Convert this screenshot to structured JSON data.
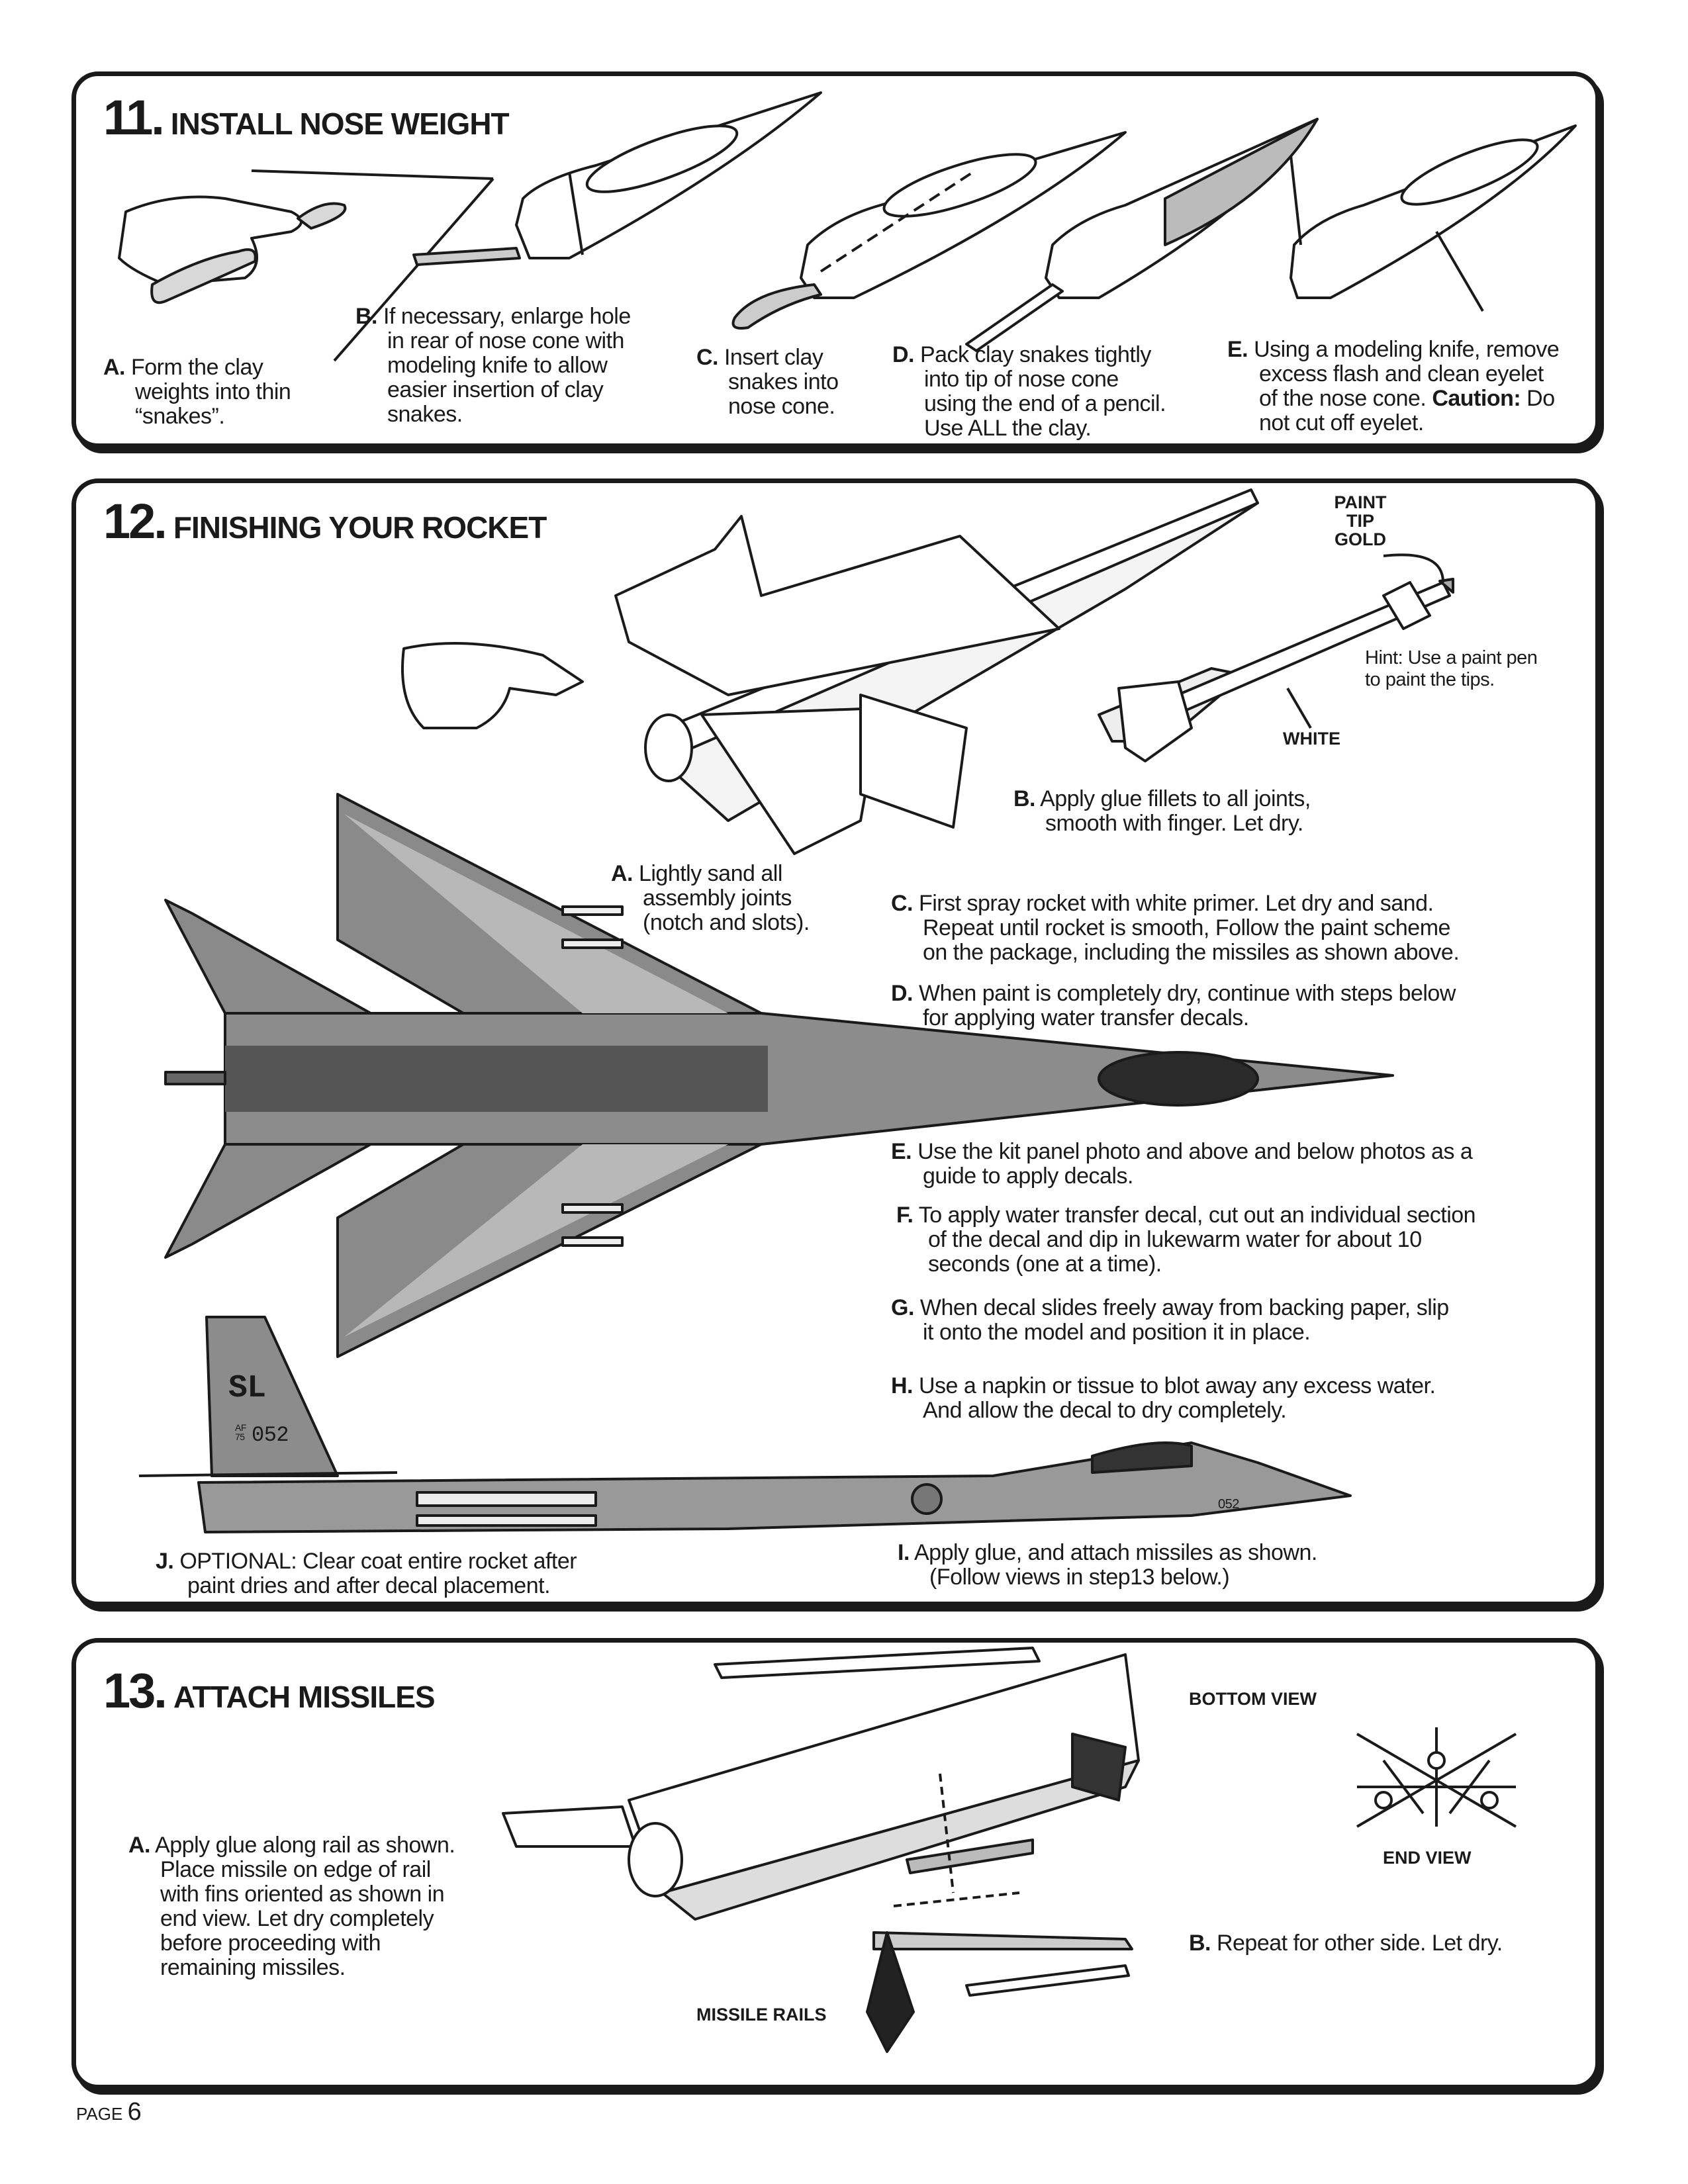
{
  "step11": {
    "number": "11.",
    "title": "INSTALL NOSE WEIGHT",
    "items": [
      {
        "label": "A.",
        "text": "Form the clay\nweights into thin\n“snakes”."
      },
      {
        "label": "B.",
        "text": "If necessary, enlarge hole\nin rear of nose cone with\nmodeling knife to allow\neasier insertion of clay\nsnakes."
      },
      {
        "label": "C.",
        "text": "Insert clay\nsnakes into\nnose cone."
      },
      {
        "label": "D.",
        "text": "Pack clay snakes tightly\ninto tip of nose cone\nusing the end of a pencil.\nUse ALL the clay."
      },
      {
        "label": "E.",
        "text": "Using a modeling knife, remove\nexcess flash and clean eyelet\nof the nose cone.",
        "caution_label": "Caution:",
        "caution_text": "Do\nnot cut off eyelet."
      }
    ]
  },
  "step12": {
    "number": "12.",
    "title": "FINISHING YOUR ROCKET",
    "callouts": {
      "paint_tip": "PAINT\nTIP\nGOLD",
      "white": "WHITE",
      "hint": "Hint: Use a paint pen\nto paint the tips."
    },
    "items": [
      {
        "label": "A.",
        "text": "Lightly sand all\nassembly joints\n(notch and slots)."
      },
      {
        "label": "B.",
        "text": "Apply glue fillets to all joints,\nsmooth with finger. Let dry."
      },
      {
        "label": "C.",
        "text": "First spray rocket with white primer. Let dry and sand.\nRepeat until rocket is smooth, Follow the paint scheme\non the package, including the missiles as shown above."
      },
      {
        "label": "D.",
        "text": "When paint is completely dry, continue with steps below\nfor applying water transfer decals."
      },
      {
        "label": "E.",
        "text": "Use the kit panel photo and above and below photos as a\nguide to apply decals."
      },
      {
        "label": "F.",
        "text": "To apply water transfer decal, cut out an individual section\nof the decal and dip in lukewarm water for about 10\nseconds (one at a time)."
      },
      {
        "label": "G.",
        "text": "When decal slides freely away from backing paper, slip\nit onto the model and position it in place."
      },
      {
        "label": "H.",
        "text": "Use a napkin or tissue to blot away any excess water.\nAnd allow the decal to dry completely."
      },
      {
        "label": "I.",
        "text": " Apply glue, and attach missiles as shown.\n(Follow views in step13 below.)"
      },
      {
        "label": "J.",
        "text": "OPTIONAL: Clear coat entire rocket after\npaint dries and after decal placement."
      }
    ],
    "decals": {
      "tail_code": "SL",
      "serial_prefix": "AF\n75",
      "serial": "052",
      "nose_number": "052"
    }
  },
  "step13": {
    "number": "13.",
    "title": "ATTACH MISSILES",
    "callouts": {
      "bottom_view": "BOTTOM VIEW",
      "end_view": "END VIEW",
      "missile_rails": "MISSILE RAILS"
    },
    "items": [
      {
        "label": "A.",
        "text": "Apply glue along rail as shown.\nPlace missile on edge of rail\nwith fins oriented as shown in\nend view. Let dry completely\nbefore proceeding with\nremaining missiles."
      },
      {
        "label": "B.",
        "text": "Repeat for other side. Let dry."
      }
    ]
  },
  "footer": {
    "page_label": "PAGE",
    "page_number": "6"
  }
}
